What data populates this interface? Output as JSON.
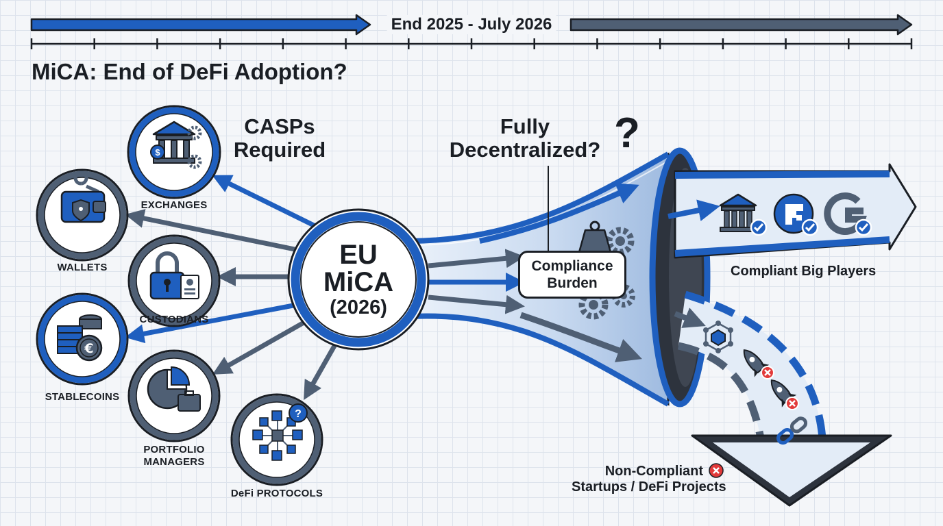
{
  "timeline": {
    "label": "End 2025 - July 2026"
  },
  "title": "MiCA: End of DeFi Adoption?",
  "hub": {
    "line1": "EU",
    "line2": "MiCA",
    "line3": "(2026)"
  },
  "annotations": {
    "casps_line1": "CASPs",
    "casps_line2": "Required",
    "decentralized_line1": "Fully",
    "decentralized_line2": "Decentralized?",
    "question_mark": "?",
    "compliance_line1": "Compliance",
    "compliance_line2": "Burden"
  },
  "categories": {
    "exchanges": "EXCHANGES",
    "wallets": "WALLETS",
    "custodians": "CUSTODIANS",
    "stablecoins": "STABLECOINS",
    "portfolio_line1": "PORTFOLIO",
    "portfolio_line2": "MANAGERS",
    "defi": "DeFi PROTOCOLS"
  },
  "outcomes": {
    "compliant": "Compliant Big Players",
    "noncompliant_line1": "Non-Compliant",
    "noncompliant_line2": "Startups / DeFi Projects"
  },
  "colors": {
    "blue": "#1f5fbf",
    "slate": "#4f5f74",
    "dark": "#1a1e24",
    "pale": "#dce8f6",
    "red": "#e23a3a"
  }
}
